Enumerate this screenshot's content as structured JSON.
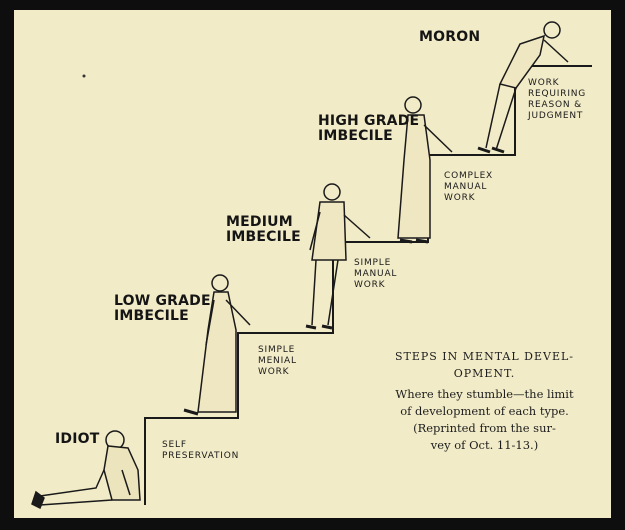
{
  "stages": [
    {
      "label": "IDIOT",
      "work": "SELF\nPRESERVATION"
    },
    {
      "label": "LOW GRADE\nIMBECILE",
      "work": "SIMPLE\nMENIAL\nWORK"
    },
    {
      "label": "MEDIUM\nIMBECILE",
      "work": "SIMPLE\nMANUAL\nWORK"
    },
    {
      "label": "HIGH GRADE\nIMBECILE",
      "work": "COMPLEX\nMANUAL\nWORK"
    },
    {
      "label": "MORON",
      "work": "WORK\nREQUIRING\nREASON &\nJUDGMENT"
    }
  ],
  "caption": {
    "title": "STEPS IN MENTAL DEVEL-\nOPMENT.",
    "body": "Where they stumble—the limit\nof development of each type.\n(Reprinted from the sur-\nvey of Oct. 11-13.)"
  }
}
